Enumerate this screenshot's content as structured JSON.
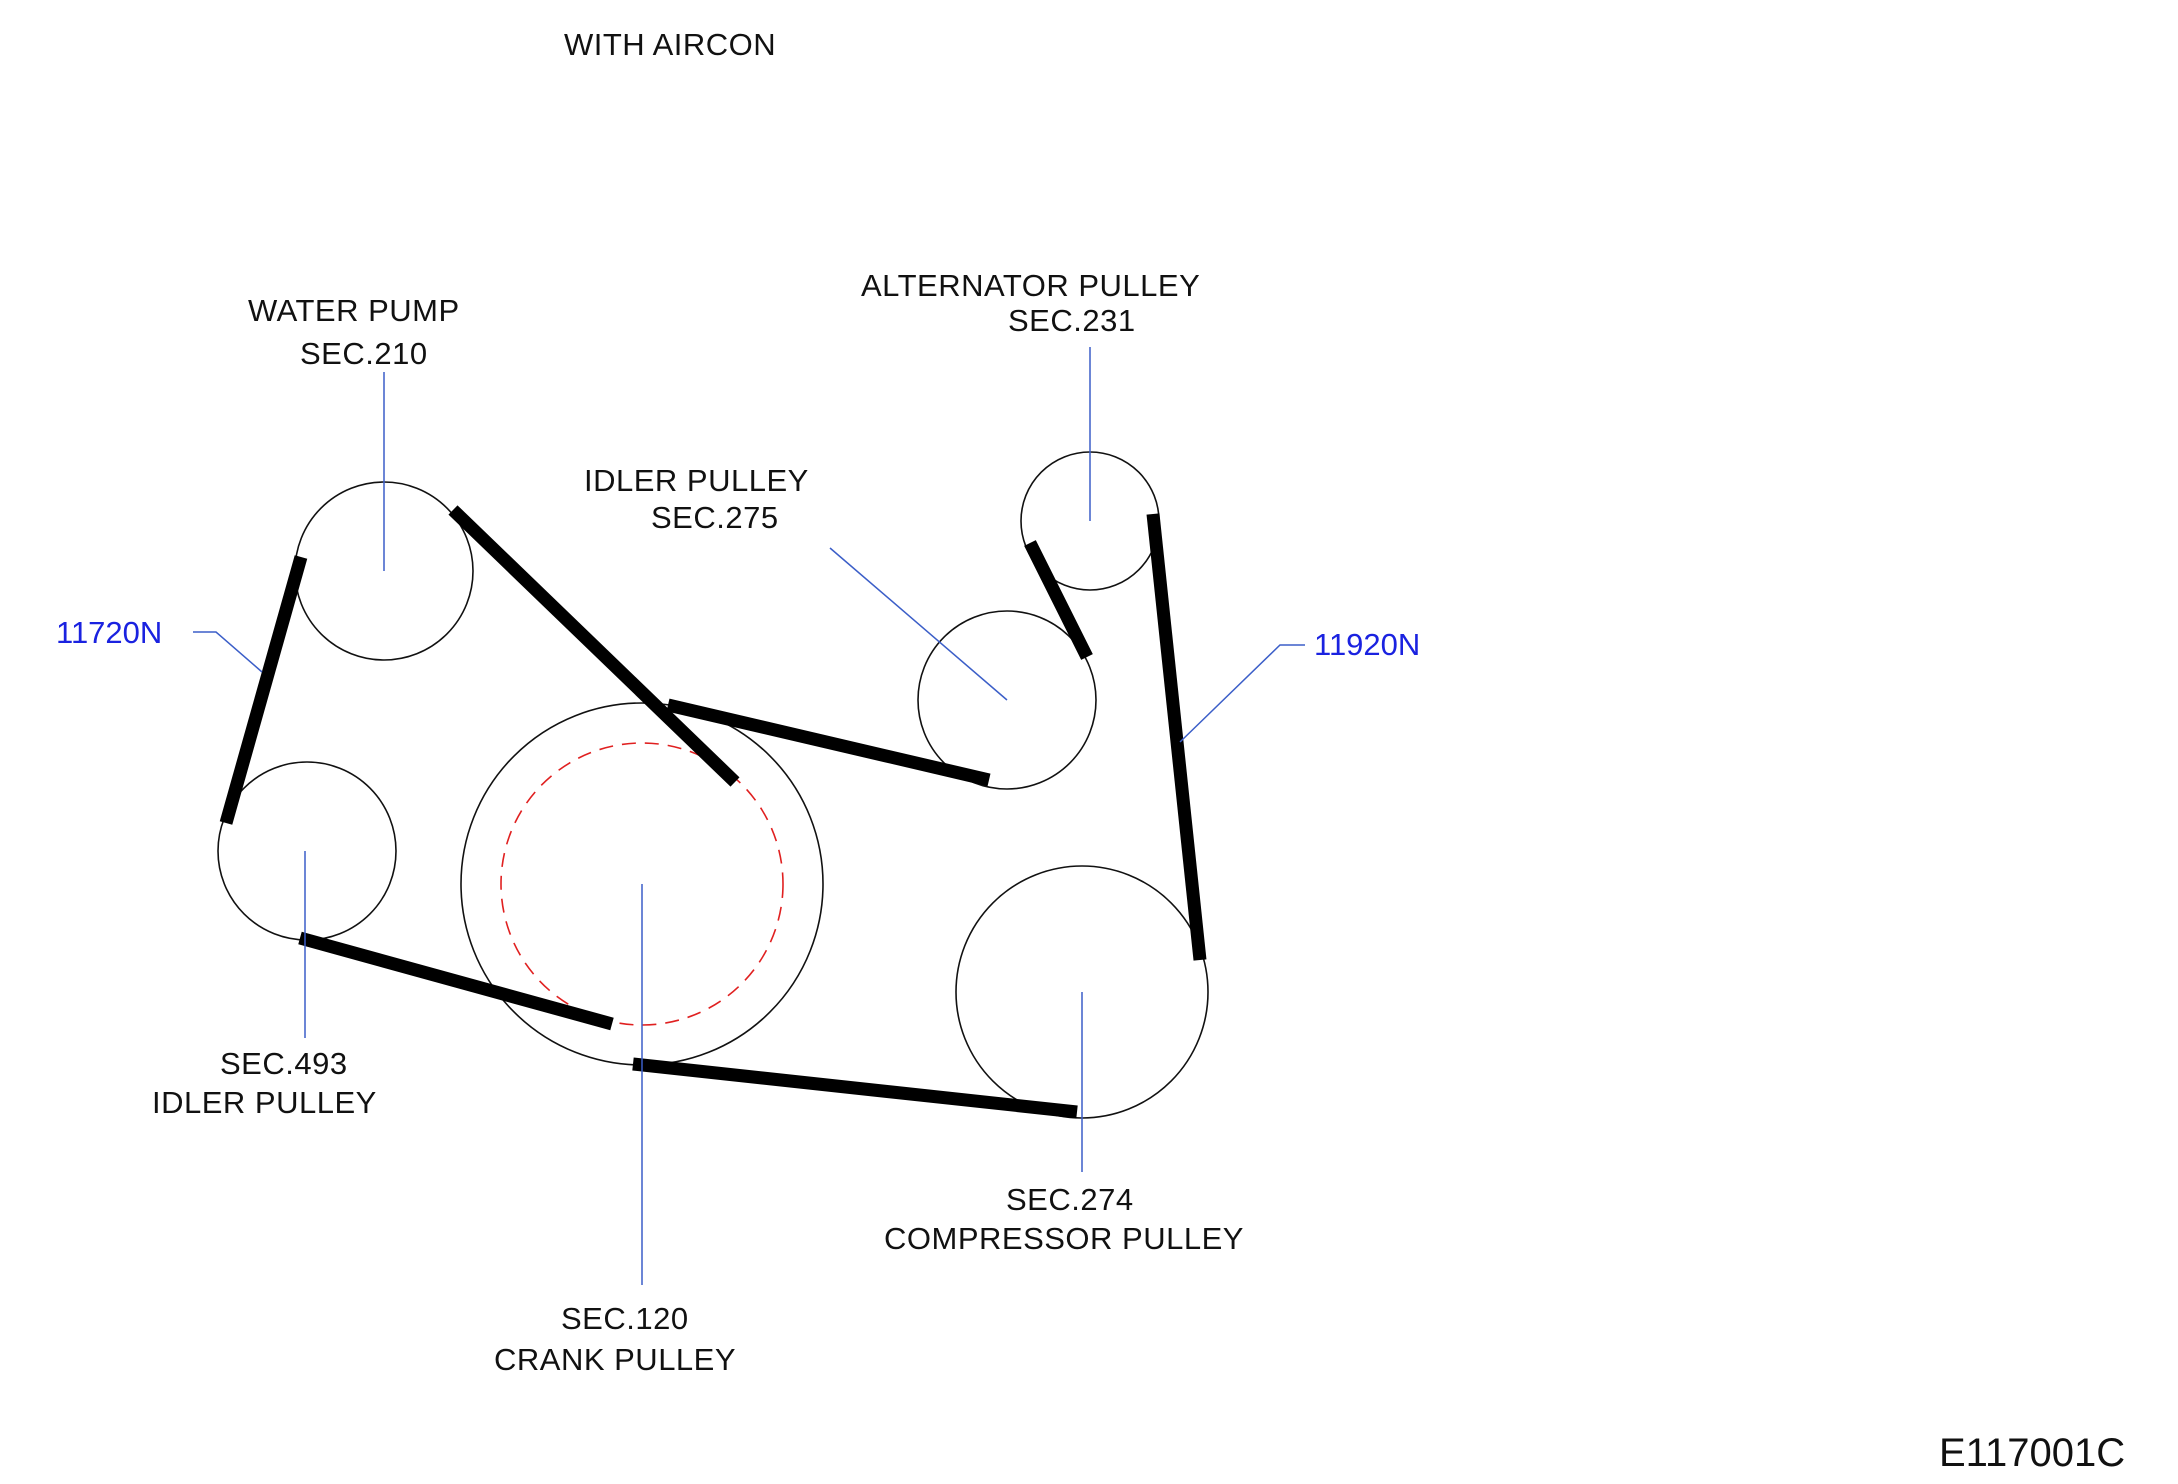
{
  "title": "WITH  AIRCON",
  "figure_code": "E117001C",
  "colors": {
    "belt": "#000000",
    "leader_line": "#3b5ec8",
    "tension_text": "#1a22e0",
    "crank_dashed_circle": "#e02020"
  },
  "pulleys": {
    "water_pump": {
      "line1": "WATER  PUMP",
      "line2": "SEC.210"
    },
    "alternator": {
      "line1": "ALTERNATOR  PULLEY",
      "line2": "SEC.231"
    },
    "idler_upper": {
      "line1": "IDLER  PULLEY",
      "line2": "SEC.275"
    },
    "idler_lower": {
      "line1": "SEC.493",
      "line2": "IDLER  PULLEY"
    },
    "crank": {
      "line1": "SEC.120",
      "line2": "CRANK  PULLEY"
    },
    "compressor": {
      "line1": "SEC.274",
      "line2": "COMPRESSOR  PULLEY"
    }
  },
  "tensions": {
    "left": "11720N",
    "right": "11920N"
  }
}
